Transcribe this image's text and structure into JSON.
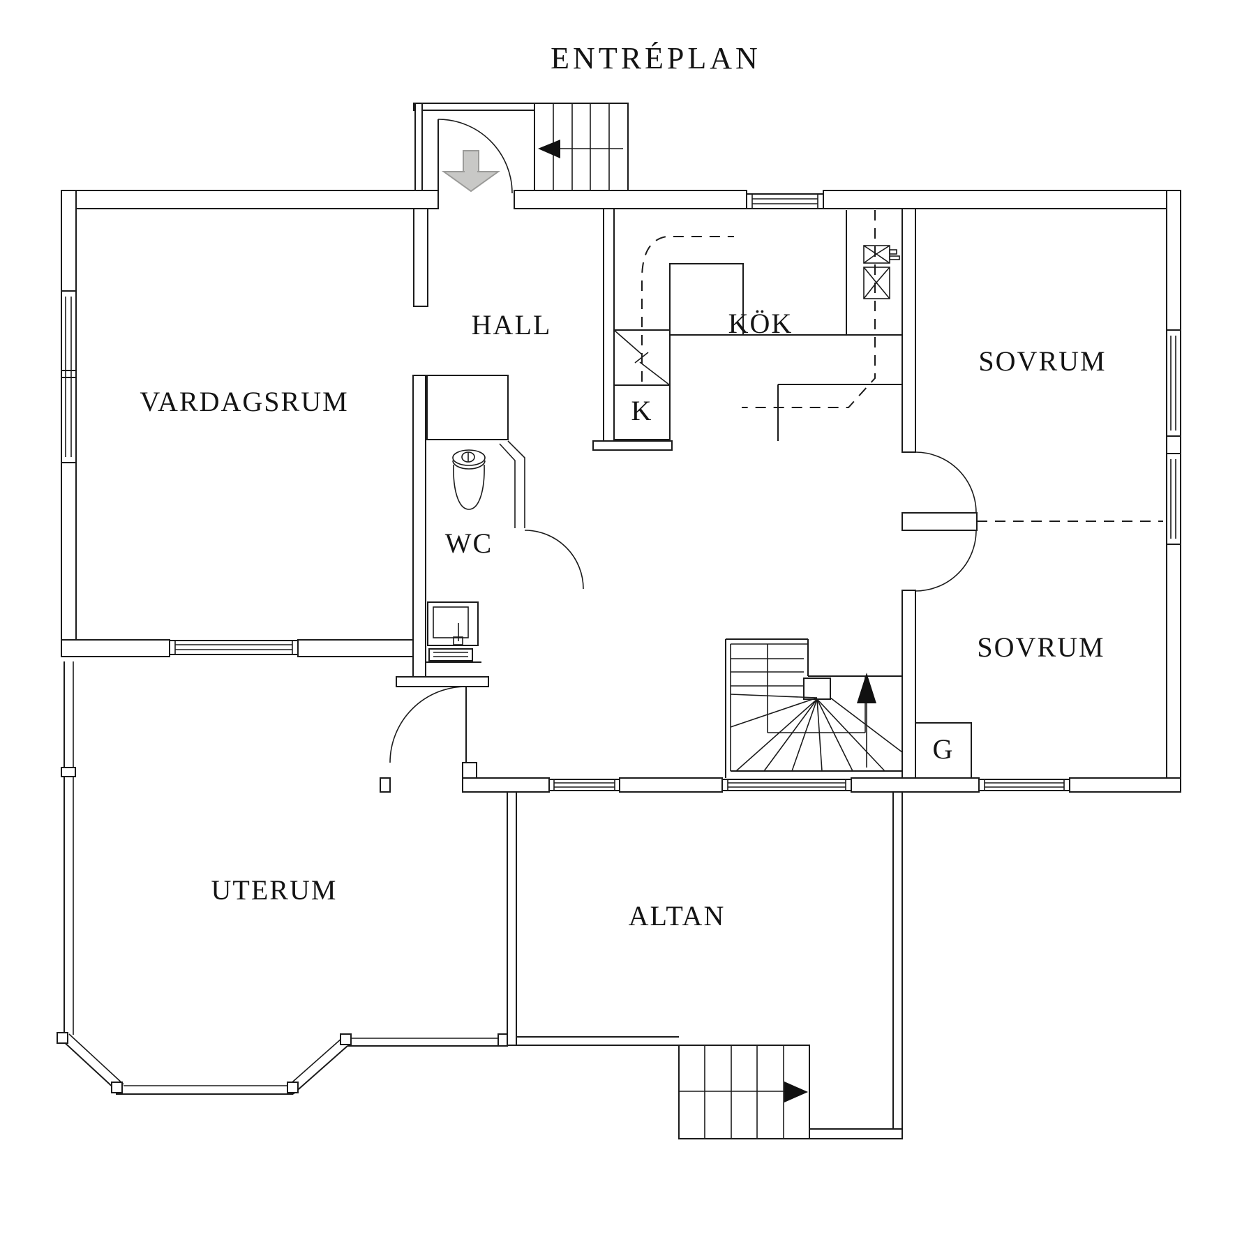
{
  "title": "ENTRÉPLAN",
  "rooms": {
    "hall": {
      "label": "HALL"
    },
    "kitchen": {
      "label": "KÖK"
    },
    "bedroom1": {
      "label": "SOVRUM"
    },
    "bedroom2": {
      "label": "SOVRUM"
    },
    "living": {
      "label": "VARDAGSRUM"
    },
    "wc": {
      "label": "WC"
    },
    "conservatory": {
      "label": "UTERUM"
    },
    "terrace": {
      "label": "ALTAN"
    }
  },
  "closets": {
    "k": {
      "label": "K"
    },
    "g": {
      "label": "G"
    }
  },
  "icons": {
    "entrance": "down-arrow",
    "entry_stairs": "left-arrow",
    "main_stairs": "up-arrow",
    "terrace_stairs": "right-arrow"
  },
  "colors": {
    "ink": "#1b1b1b",
    "entry_arrow_fill": "#c8c8c6",
    "entry_arrow_stroke": "#9b9b99",
    "background": "#ffffff"
  }
}
